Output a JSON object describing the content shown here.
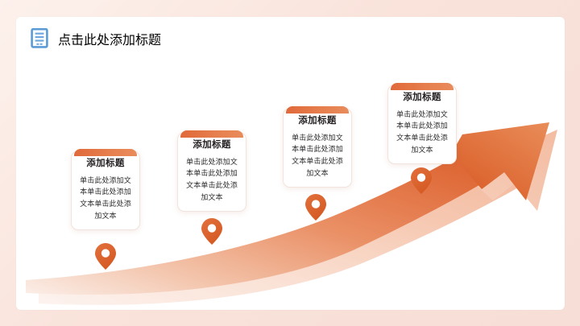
{
  "slide": {
    "title": "点击此处添加标题",
    "title_icon": "document-list-icon",
    "accent_color": "#e2713f",
    "title_icon_color": "#5b9bd5",
    "background_color": "#ffffff",
    "outer_background_color": "#f8e3db"
  },
  "cards": [
    {
      "id": "card-1",
      "title": "添加标题",
      "body": "单击此处添加文本单击此处添加文本单击此处添加文本",
      "marker": "map-pin-icon"
    },
    {
      "id": "card-2",
      "title": "添加标题",
      "body": "单击此处添加文本单击此处添加文本单击此处添加文本",
      "marker": "map-pin-icon"
    },
    {
      "id": "card-3",
      "title": "添加标题",
      "body": "单击此处添加文本单击此处添加文本单击此处添加文本",
      "marker": "map-pin-icon"
    },
    {
      "id": "card-4",
      "title": "添加标题",
      "body": "单击此处添加文本单击此处添加文本单击此处添加文本",
      "marker": "map-pin-icon"
    }
  ],
  "graphic": {
    "name": "rising-arrow-ribbon",
    "arrow_dark_color": "#dd6334",
    "arrow_light_color": "#f5c2ab",
    "direction": "up-right"
  }
}
